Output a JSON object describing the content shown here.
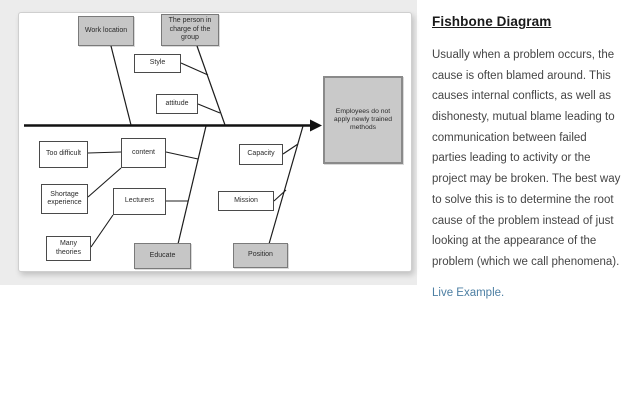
{
  "diagram": {
    "nodes": {
      "work_location": "Work location",
      "person_in_charge": "The person in charge of the group",
      "style": "Style",
      "attitude": "attitude",
      "too_difficult": "Too difficult",
      "content": "content",
      "shortage_experience": "Shortage experience",
      "lecturers": "Lecturers",
      "many_theories": "Many theories",
      "educate": "Educate",
      "capacity": "Capacity",
      "mission": "Mission",
      "position": "Position",
      "head": "Employees do not apply newly trained methods"
    },
    "colors": {
      "shaded_box_fill": "#c6c6c6",
      "box_border": "#4a4a4a",
      "spine": "#111111"
    }
  },
  "panel": {
    "title": "Fishbone Diagram",
    "paragraph": "Usually when a problem occurs, the cause is often blamed around. This causes internal conflicts, as well as dishonesty, mutual blame leading to communication between failed parties leading to activity or the project may be broken. The best way to solve this is to determine the root cause of the problem instead of just looking at the appearance of the problem (which we call phenomena).",
    "link_label": "Live Example.",
    "link_color": "#4d7fa3"
  }
}
